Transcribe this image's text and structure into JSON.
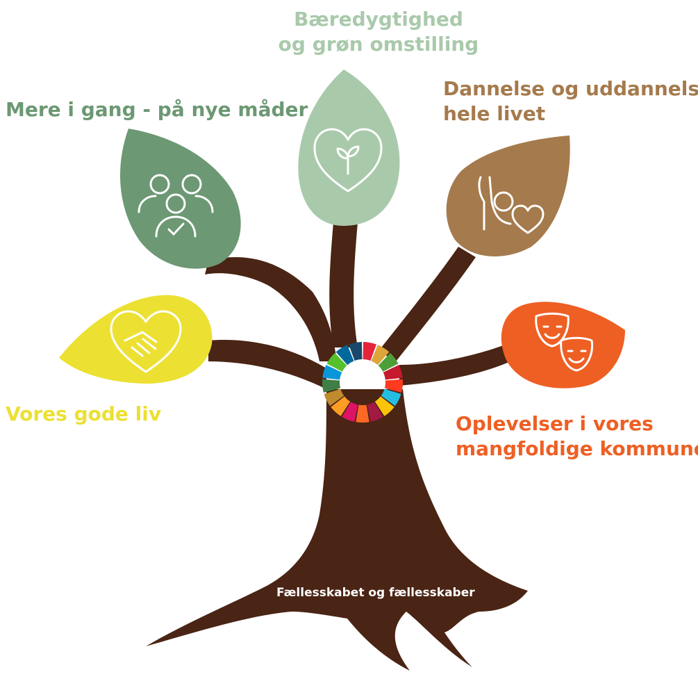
{
  "themes": {
    "top": {
      "line1": "Bæredygtighed",
      "line2": "og grøn omstilling",
      "color": "#a9c9ab",
      "icon": "heart-sprout-icon"
    },
    "top_left": {
      "line1": "Mere i gang - på nye måder",
      "color": "#6c9873",
      "icon": "people-group-check-icon"
    },
    "top_right": {
      "line1": "Dannelse og uddannelse",
      "line2": "hele livet",
      "color": "#a57a4c",
      "icon": "raised-hand-person-heart-icon"
    },
    "left": {
      "line1": "Vores gode liv",
      "color": "#ece033",
      "icon": "handshake-heart-icon"
    },
    "right": {
      "line1": "Oplevelser i vores",
      "line2": "mangfoldige kommune",
      "color": "#ee5f24",
      "icon": "theater-masks-icon"
    }
  },
  "root_label": "Fællesskabet og fællesskaber",
  "trunk_color": "#4a2414",
  "sdg_wheel": {
    "icon": "sdg-wheel-icon",
    "colors": [
      "#e5243b",
      "#dda63a",
      "#4c9f38",
      "#c5192d",
      "#ff3a21",
      "#26bde2",
      "#fcc30b",
      "#a21942",
      "#fd6925",
      "#dd1367",
      "#fd9d24",
      "#bf8b2e",
      "#3f7e44",
      "#0a97d9",
      "#56c02b",
      "#00689d",
      "#19486a"
    ]
  }
}
